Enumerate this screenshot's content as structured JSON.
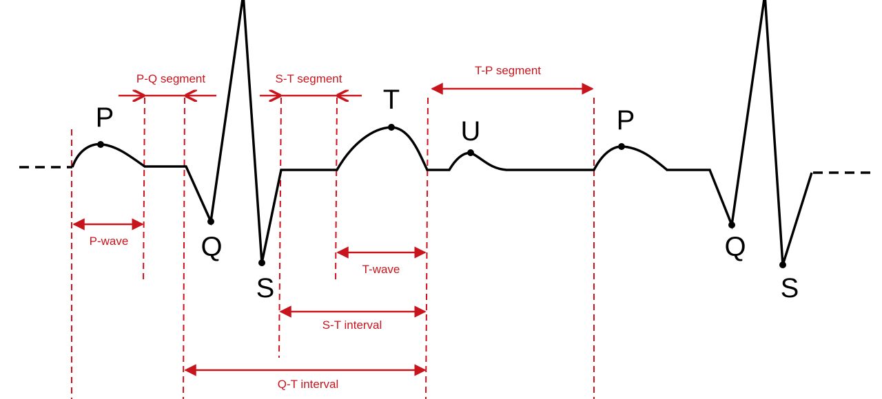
{
  "title": "ECG waveform components",
  "wave_labels": {
    "p1": "P",
    "q1": "Q",
    "s1": "S",
    "t": "T",
    "u": "U",
    "p2": "P",
    "q2": "Q",
    "s2": "S"
  },
  "intervals": {
    "pq_segment": "P-Q segment",
    "st_segment": "S-T segment",
    "tp_segment": "T-P segment",
    "p_wave": "P-wave",
    "t_wave": "T-wave",
    "st_interval": "S-T interval",
    "qt_interval": "Q-T interval"
  },
  "colors": {
    "annotation": "#c8141c",
    "trace": "#000000"
  }
}
